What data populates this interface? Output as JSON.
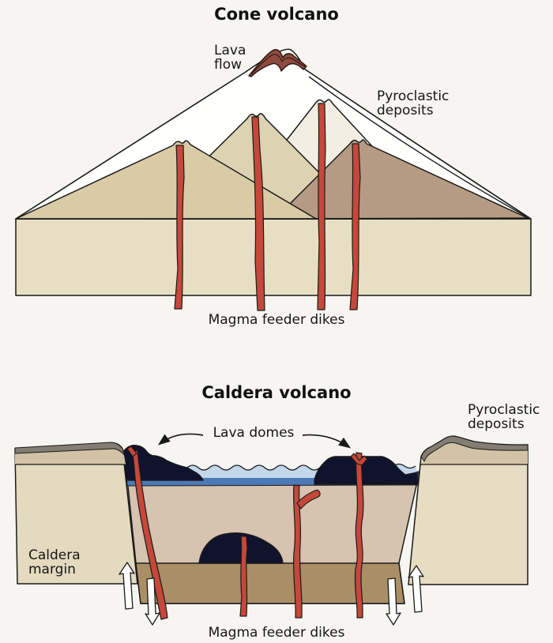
{
  "cone_section": {
    "title": "Cone volcano",
    "labels": {
      "lava_flow": "Lava flow",
      "pyroclastic": "Pyroclastic deposits",
      "feeder_dikes": "Magma feeder dikes"
    }
  },
  "caldera_section": {
    "title": "Caldera volcano",
    "labels": {
      "lava_domes": "Lava domes",
      "pyroclastic": "Pyroclastic deposits",
      "caldera_margin": "Caldera margin",
      "feeder_dikes": "Magma feeder dikes"
    }
  },
  "colors": {
    "background": "#f7f5f1",
    "outline": "#1a1a1a",
    "outer_cone_white": "#fffffe",
    "inner_cone_cream": "#f3eee1",
    "inner_cone_khaki": "#ddd2b1",
    "inner_cone_khaki_dark": "#d8cba6",
    "inner_cone_taupe": "#b59b83",
    "basement_slab": "#e7dfc4",
    "dike_red": "#c5483a",
    "lava_cap_maroon": "#8e4a3d",
    "caldera_fill": "#d6c3b0",
    "brown_layer": "#aa8e66",
    "lava_dome_navy": "#10132c",
    "lake_water": "#c3d7ec",
    "lake_bed_blue": "#4d79b6",
    "block_tan": "#e3dabf",
    "block_tan_right": "#e6ddc2",
    "block_subband": "#d2c3a6",
    "deposit_cap_gray": "#837d73",
    "arrow_white": "#ffffff"
  }
}
